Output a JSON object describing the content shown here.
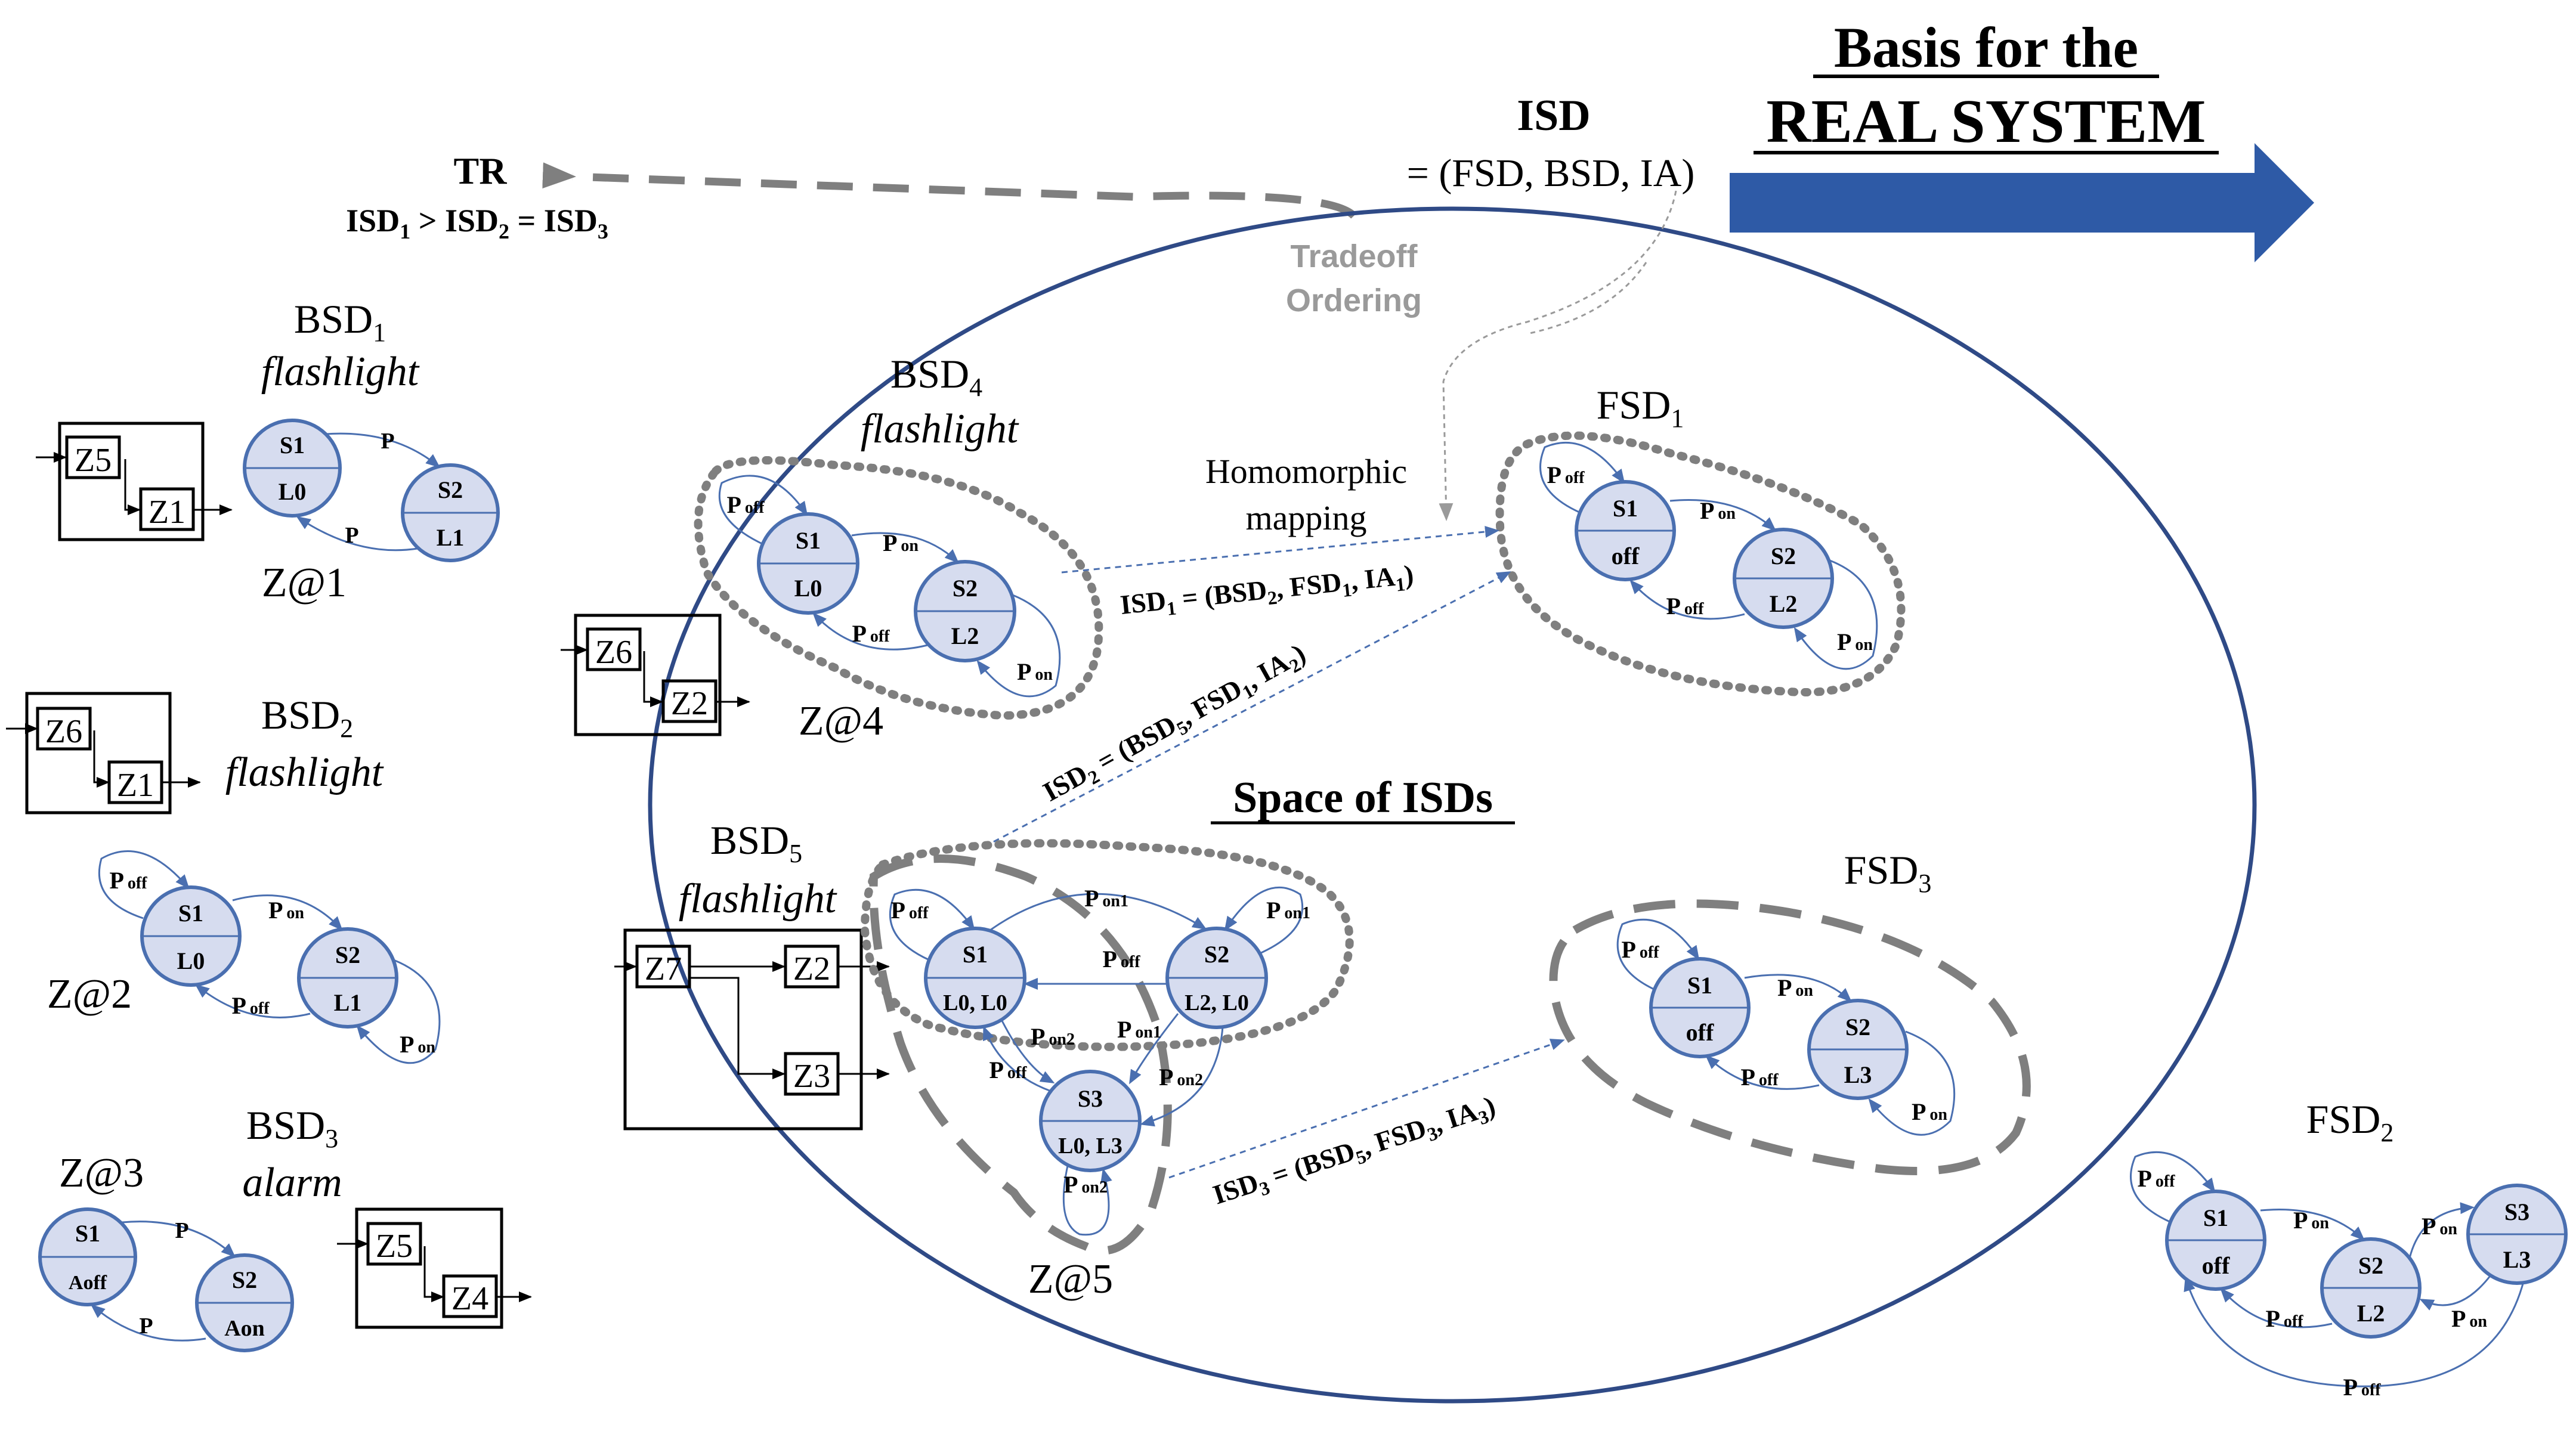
{
  "header": {
    "basis_line1": "Basis for the",
    "basis_line2": "REAL SYSTEM",
    "isd_title": "ISD",
    "isd_def": "= (FSD, BSD, IA)",
    "tr_title": "TR",
    "tr_order": [
      "ISD",
      "1",
      " > ISD",
      "2",
      " = ISD",
      "3"
    ],
    "tradeoff_1": "Tradeoff",
    "tradeoff_2": "Ordering",
    "homomorphic_1": "Homomorphic",
    "homomorphic_2": "mapping",
    "space_title": "Space of ISDs"
  },
  "colors": {
    "arrow_blue": "#2e5aa6",
    "state_fill": "#d6dcef",
    "state_stroke": "#4a6fb0",
    "region_gray": "#7f7f7f",
    "ellipse_navy": "#2f4a86"
  },
  "designs": {
    "bsd1": {
      "name": "BSD",
      "sub": "1",
      "kind": "flashlight",
      "zlabel": "Z@1"
    },
    "bsd2": {
      "name": "BSD",
      "sub": "2",
      "kind": "flashlight",
      "zlabel": "Z@2"
    },
    "bsd3": {
      "name": "BSD",
      "sub": "3",
      "kind": "alarm",
      "zlabel": "Z@3"
    },
    "bsd4": {
      "name": "BSD",
      "sub": "4",
      "kind": "flashlight",
      "zlabel": "Z@4"
    },
    "bsd5": {
      "name": "BSD",
      "sub": "5",
      "kind": "flashlight",
      "zlabel": "Z@5"
    },
    "fsd1": {
      "name": "FSD",
      "sub": "1"
    },
    "fsd2": {
      "name": "FSD",
      "sub": "2"
    },
    "fsd3": {
      "name": "FSD",
      "sub": "3"
    }
  },
  "blocks": {
    "z1": "Z1",
    "z2": "Z2",
    "z3": "Z3",
    "z4": "Z4",
    "z5": "Z5",
    "z6": "Z6",
    "z7": "Z7"
  },
  "states": {
    "s1": "S1",
    "s2": "S2",
    "s3": "S3",
    "l0": "L0",
    "l1": "L1",
    "l2": "L2",
    "l3": "L3",
    "off": "off",
    "aoff": "Aoff",
    "aon": "Aon",
    "l0l0": "L0, L0",
    "l2l0": "L2, L0",
    "l0l3": "L0, L3"
  },
  "events": {
    "p": "P",
    "off": "off",
    "on": "on",
    "on1": "on1",
    "on2": "on2"
  },
  "isd_mappings": {
    "isd1": [
      "ISD",
      "1",
      " = (BSD",
      "2",
      ", FSD",
      "1",
      ", IA",
      "1",
      ")"
    ],
    "isd2": [
      "ISD",
      "2",
      " = (BSD",
      "5",
      ", FSD",
      "1",
      ", IA",
      "2",
      ")"
    ],
    "isd3": [
      "ISD",
      "3",
      " = (BSD",
      "5",
      ", FSD",
      "3",
      ", IA",
      "3",
      ")"
    ]
  }
}
